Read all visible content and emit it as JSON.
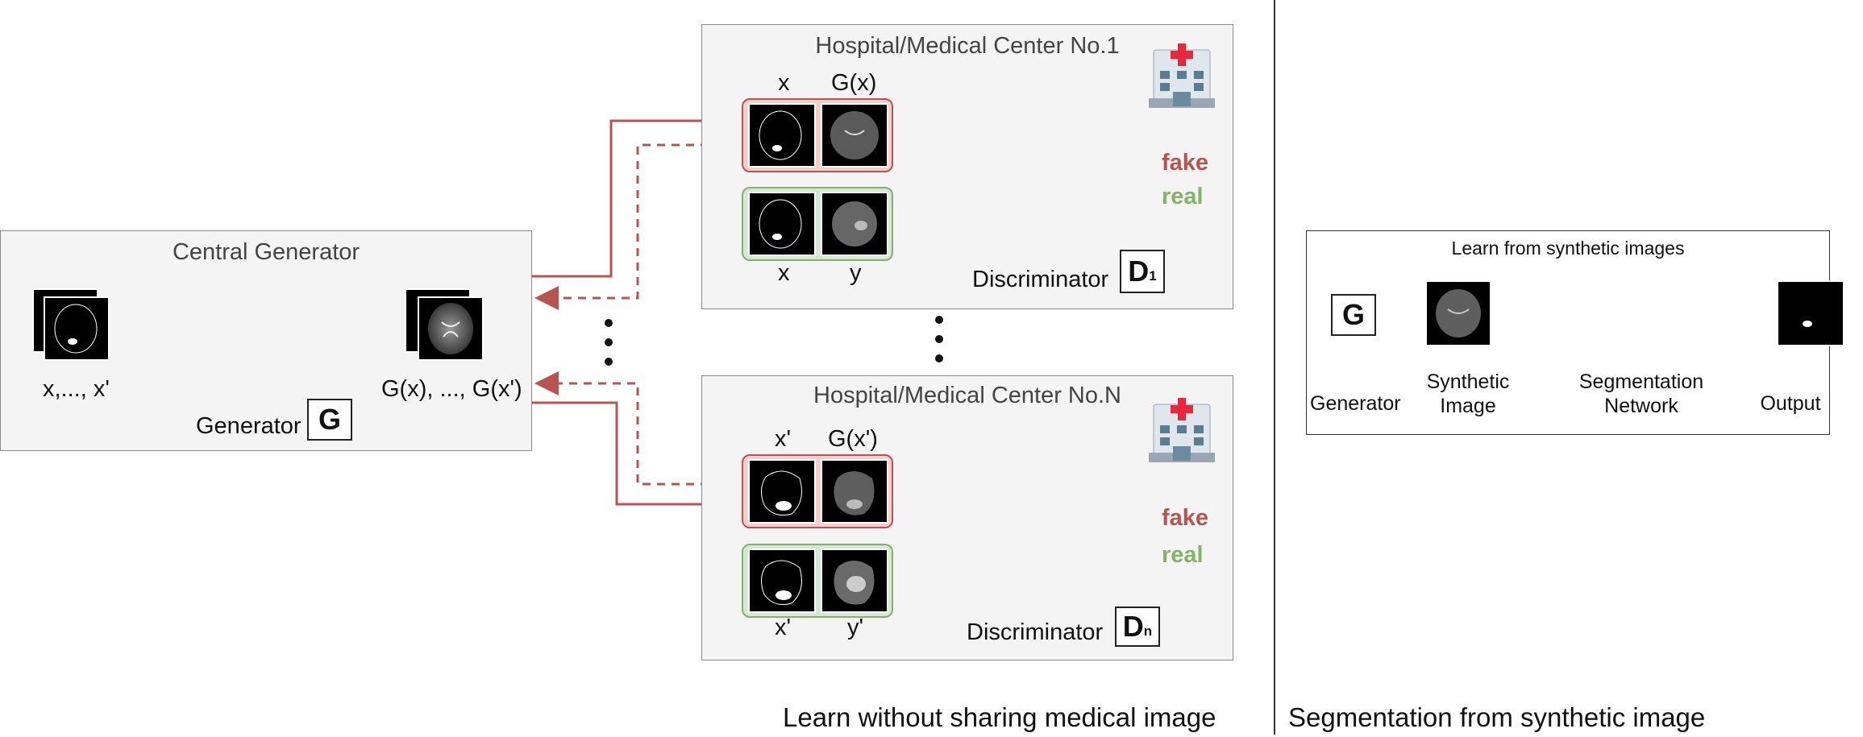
{
  "central": {
    "title": "Central Generator",
    "input_label": "x,..., x'",
    "output_label": "G(x), ..., G(x')",
    "generator_label": "Generator",
    "badge": "G"
  },
  "center1": {
    "title": "Hospital/Medical Center No.1",
    "col_x": "x",
    "col_gx": "G(x)",
    "row_x": "x",
    "row_y": "y",
    "fake": "fake",
    "real": "real",
    "disc_label": "Discriminator",
    "badge_letter": "D",
    "badge_sup": "1"
  },
  "centerN": {
    "title": "Hospital/Medical Center No.N",
    "col_x": "x'",
    "col_gx": "G(x')",
    "row_x": "x'",
    "row_y": "y'",
    "fake": "fake",
    "real": "real",
    "disc_label": "Discriminator",
    "badge_letter": "D",
    "badge_sup": "n"
  },
  "segmentation": {
    "title": "Learn from synthetic images",
    "badge": "G",
    "generator": "Generator",
    "synthetic": "Synthetic Image",
    "network": "Segmentation Network",
    "output": "Output"
  },
  "captions": {
    "left": "Learn without sharing medical image",
    "right": "Segmentation from synthetic image"
  },
  "icons": [
    "hospital-icon"
  ],
  "colors": {
    "fake": "#b85450",
    "real": "#82b366",
    "generator_net": "#6c8ebf",
    "discriminator_net": "#82b366",
    "segmentation_net": "#b5739d"
  }
}
